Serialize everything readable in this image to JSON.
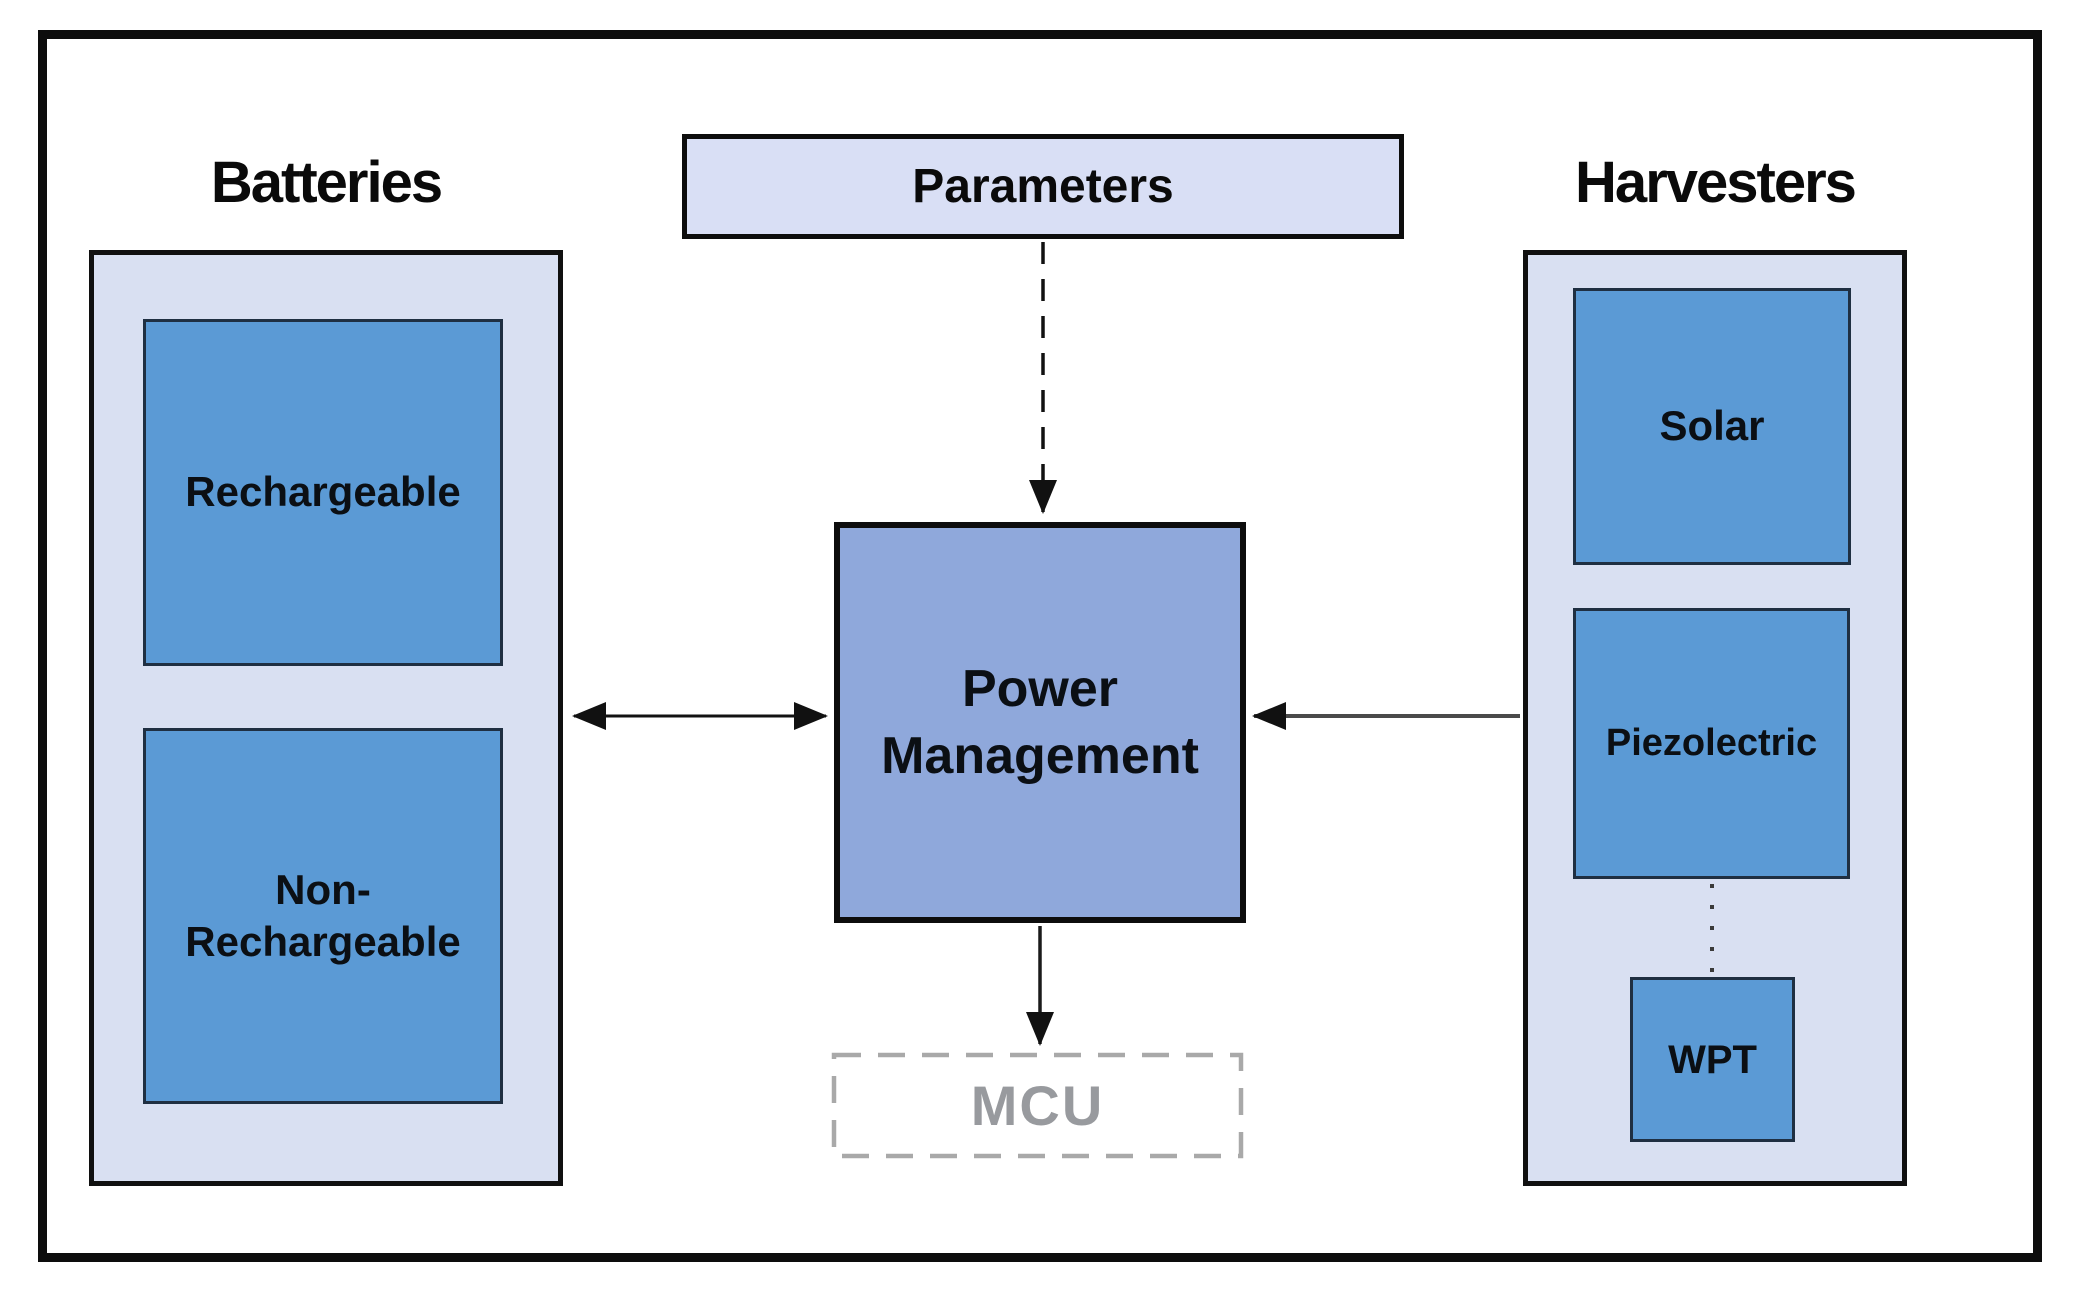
{
  "diagram": {
    "kind": "power-subsystem-block-diagram",
    "left_panel": {
      "title": "Batteries",
      "items": [
        {
          "label": "Rechargeable"
        },
        {
          "label": "Non-\nRechargeable"
        }
      ]
    },
    "right_panel": {
      "title": "Harvesters",
      "items": [
        {
          "label": "Solar"
        },
        {
          "label": "Piezolectric"
        },
        {
          "label": "WPT"
        }
      ]
    },
    "center": {
      "parameters_label": "Parameters",
      "power_management_label": "Power\nManagement",
      "mcu_label": "MCU"
    },
    "connections": [
      {
        "from": "Parameters",
        "to": "Power Management",
        "style": "dashed-arrow"
      },
      {
        "from": "Batteries",
        "to": "Power Management",
        "style": "double-headed-arrow"
      },
      {
        "from": "Harvesters",
        "to": "Power Management",
        "style": "arrow"
      },
      {
        "from": "Power Management",
        "to": "MCU",
        "style": "arrow"
      },
      {
        "from": "Piezolectric",
        "to": "WPT",
        "style": "dotted-line"
      }
    ],
    "colors": {
      "box_blue": "#5B9AD5",
      "box_blue_border": "#1f2f42",
      "panel_fill": "#D9E0F2",
      "parameters_fill": "#D9DFF5",
      "power_management_fill": "#8FA8DB",
      "mcu_gray": "#989a9e",
      "line_black": "#111111",
      "frame_black": "#0d0d0d"
    }
  }
}
